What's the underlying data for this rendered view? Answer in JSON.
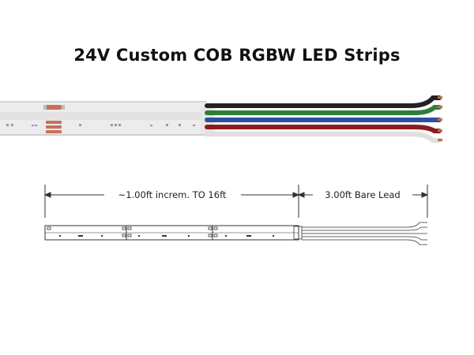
{
  "title": "24V Custom COB RGBW LED Strips",
  "dimensions": {
    "strip_length_label": "~1.00ft increm. TO 16ft",
    "lead_length_label": "3.00ft Bare Lead"
  },
  "colors": {
    "strip_body": "#ececec",
    "strip_edge": "#c8c8c8",
    "resistor": "#c9705a",
    "wire_black": "#222222",
    "wire_green": "#2f7d3a",
    "wire_blue": "#2f4fa0",
    "wire_red": "#8a1c1c",
    "wire_white": "#f3f3f3",
    "copper_tip": "#c4703f",
    "line": "#333333"
  },
  "wires": [
    "black",
    "green",
    "blue",
    "red",
    "white"
  ]
}
